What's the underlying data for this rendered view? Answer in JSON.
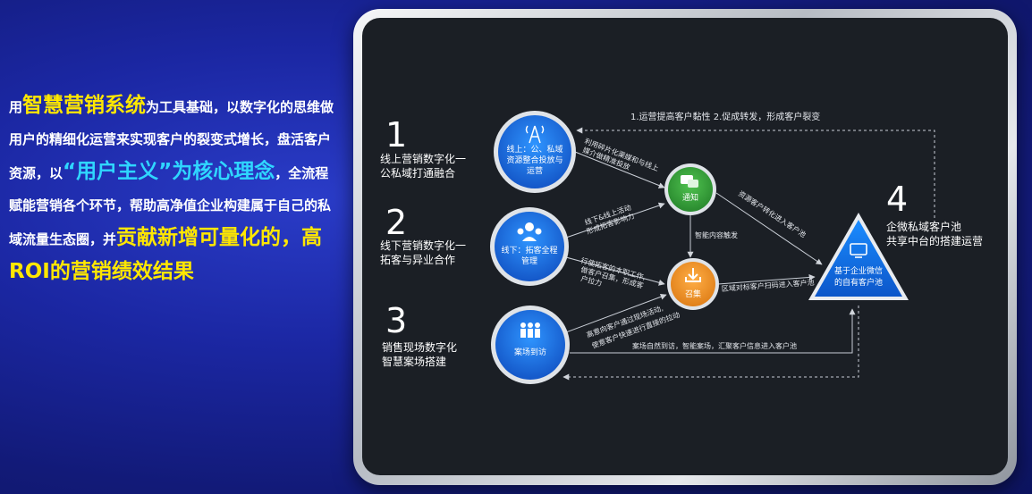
{
  "intro": {
    "p1": "用",
    "p2": "智慧营销系统",
    "p3": "为工具基础，以数字化的思维做用户的精细化运营来实现客户的裂变式增长，盘活客户资源，以",
    "p4": "“用户主义”为核心理念",
    "p5": "，全流程赋能营销各个环节，帮助高净值企业构建属于自己的私域流量生态圈，并",
    "p6": "贡献新增可量化的，高ROI的营销绩效结果"
  },
  "steps": [
    {
      "num": "1",
      "title1": "线上营销数字化一",
      "title2": "公私域打通融合",
      "circle1": "线上：公、私域",
      "circle2": "资源整合投放与",
      "circle3": "运营",
      "icon": "tower-icon"
    },
    {
      "num": "2",
      "title1": "线下营销数字化一",
      "title2": "拓客与异业合作",
      "circle1": "线下：拓客全程",
      "circle2": "管理",
      "icon": "team-icon"
    },
    {
      "num": "3",
      "title1": "销售现场数字化",
      "title2": "智慧案场搭建",
      "circle1": "案场到访",
      "icon": "people-icon"
    }
  ],
  "hubs": {
    "notify": {
      "label": "通知",
      "icon": "chat-icon"
    },
    "gather": {
      "label": "召集",
      "icon": "download-icon"
    }
  },
  "pool": {
    "num": "4",
    "title1": "企微私域客户池",
    "title2": "共享中台的搭建运营",
    "label1": "基于企业微信",
    "label2": "的自有客户池",
    "icon": "monitor-icon"
  },
  "edges": {
    "top": "1.运营提高客户黏性 2.促成转发，形成客户裂变",
    "e1a": "利用碎片化渠媒和与线上",
    "e1b": "媒介做精准投放",
    "e2a": "线下&线上活动",
    "e2b": "形成拓客影响力",
    "e3a": "行使拓客的本职工作,",
    "e3b": "做客户召集，形成客",
    "e3c": "户拉力",
    "e4a": "高意向客户通过现场活动,",
    "e4b": "使意客户快速进行直接的拉动",
    "mid": "智能内容触发",
    "notify_pool": "资源客户转化进入客户池",
    "gather_pool": "区域对标客户扫码进入客户池",
    "bottom": "案场自然到访，智能案场，汇聚客户信息进入客户池"
  },
  "colors": {
    "bg": "#1b1f25",
    "blue": "#1f7ef0",
    "green": "#3aa73f",
    "orange": "#f0962c",
    "line": "#c9ced6"
  }
}
